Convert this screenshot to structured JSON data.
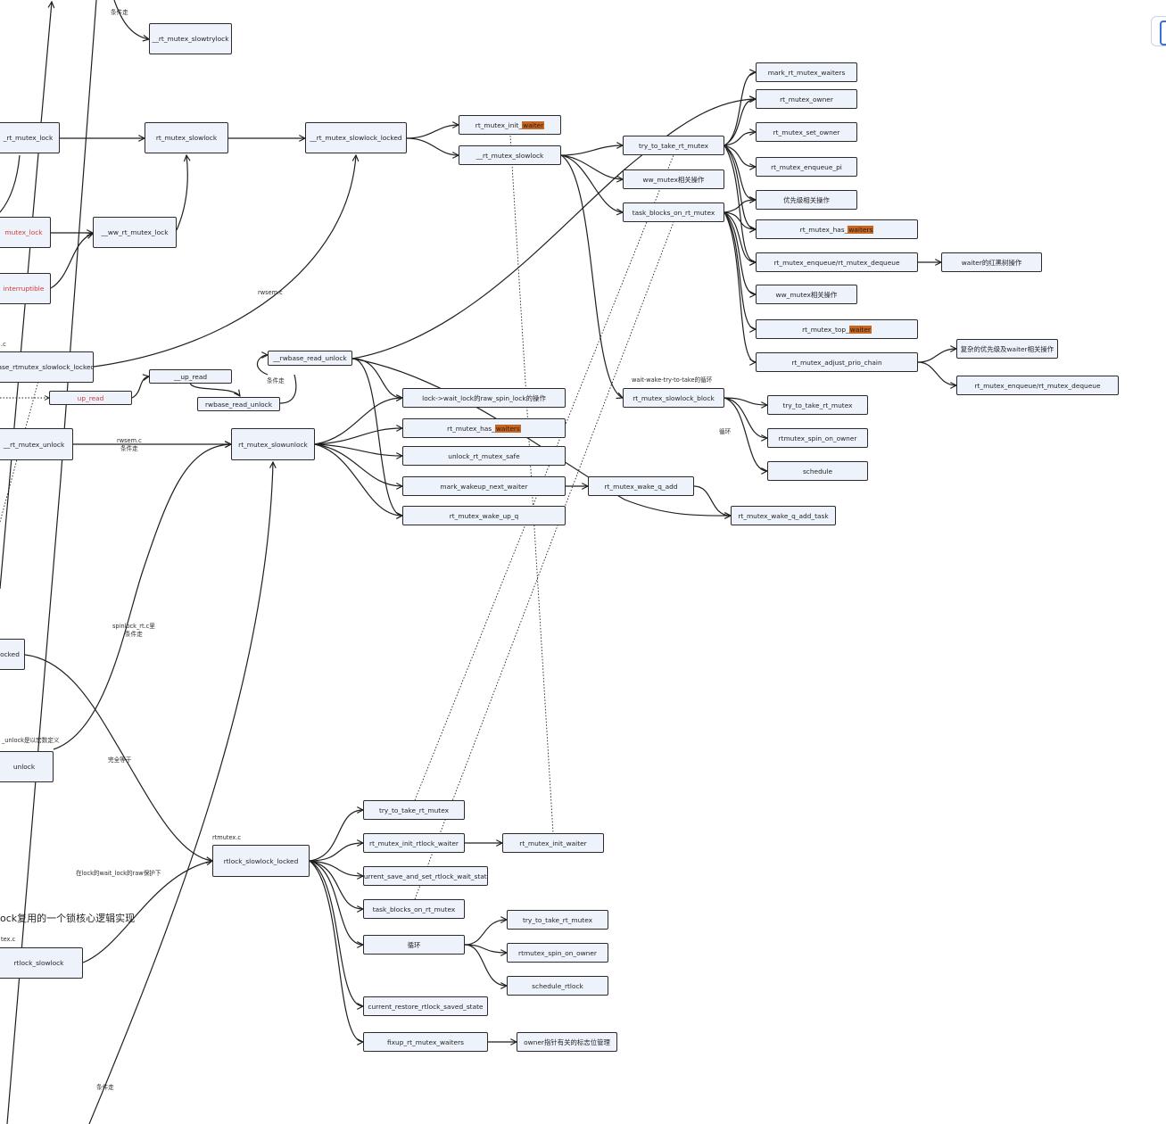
{
  "diagram": {
    "nodes": {
      "n_slowtrylock": {
        "text": "__rt_mutex_slowtrylock"
      },
      "n_rt_mutex_lock": {
        "text": "_rt_mutex_lock"
      },
      "n_slowlock1": {
        "text": "rt_mutex_slowlock"
      },
      "n_slowlock_locked": {
        "text": "__rt_mutex_slowlock_locked"
      },
      "n_init_waiter": {
        "text": "rt_mutex_init_",
        "hl": "waiter"
      },
      "n_slowlock2": {
        "text": "__rt_mutex_slowlock"
      },
      "n_mutex_lock": {
        "text": "mutex_lock"
      },
      "n_ww_lock": {
        "text": "__ww_rt_mutex_lock"
      },
      "n_interruptible": {
        "text": "interruptible"
      },
      "n_base_slowlock": {
        "text": "base_rtmutex_slowlock_locked"
      },
      "n_rwbase_read_unlock": {
        "text": "__rwbase_read_unlock"
      },
      "n_up_read_inner": {
        "text": "__up_read"
      },
      "n_up_read": {
        "text": "up_read"
      },
      "n_rwbase_read_unlock2": {
        "text": "rwbase_read_unlock"
      },
      "n_rt_mutex_unlock": {
        "text": "__rt_mutex_unlock"
      },
      "n_slowunlock": {
        "text": "rt_mutex_slowunlock"
      },
      "n_lock_wait_lock": {
        "text": "lock->wait_lock的raw_spin_lock的操作"
      },
      "n_has_waiters_mid": {
        "text": "rt_mutex_has_",
        "hl": "waiters"
      },
      "n_unlock_safe": {
        "text": "unlock_rt_mutex_safe"
      },
      "n_mark_wakeup": {
        "text": "mark_wakeup_next_waiter"
      },
      "n_wake_up_q": {
        "text": "rt_mutex_wake_up_q"
      },
      "n_wake_q_add": {
        "text": "rt_mutex_wake_q_add"
      },
      "n_wake_q_add_task": {
        "text": "rt_mutex_wake_q_add_task"
      },
      "n_try_take": {
        "text": "try_to_take_rt_mutex"
      },
      "n_ww_ops": {
        "text": "ww_mutex相关操作"
      },
      "n_task_blocks": {
        "text": "task_blocks_on_rt_mutex"
      },
      "n_slowlock_block": {
        "text": "rt_mutex_slowlock_block"
      },
      "n_mark_waiters": {
        "text": "mark_rt_mutex_waiters"
      },
      "n_owner": {
        "text": "rt_mutex_owner"
      },
      "n_set_owner": {
        "text": "rt_mutex_set_owner"
      },
      "n_enqueue_pi": {
        "text": "rt_mutex_enqueue_pi"
      },
      "n_prio_ops": {
        "text": "优先级相关操作"
      },
      "n_has_waiters_r": {
        "text": "rt_mutex_has_",
        "hl": "waiters"
      },
      "n_enqueue_dequeue": {
        "text": "rt_mutex_enqueue/rt_mutex_dequeue"
      },
      "n_waiter_rb": {
        "text": "waiter的红黑树操作"
      },
      "n_ww_ops2": {
        "text": "ww_mutex相关操作"
      },
      "n_top_waiter": {
        "text": "rt_mutex_top_",
        "hl": "waiter"
      },
      "n_adjust_prio": {
        "text": "rt_mutex_adjust_prio_chain"
      },
      "n_complex_prio": {
        "text": "复杂的优先级及waiter相关操作"
      },
      "n_enq_deq2": {
        "text": "rt_mutex_enqueue/rt_mutex_dequeue"
      },
      "n_try_take2": {
        "text": "try_to_take_rt_mutex"
      },
      "n_spin_on_owner": {
        "text": "rtmutex_spin_on_owner"
      },
      "n_schedule": {
        "text": "schedule"
      },
      "n_ocked": {
        "text": "ocked"
      },
      "n_unlock_left": {
        "text": "unlock"
      },
      "n_rtlock_slowlock_locked": {
        "text": "rtlock_slowlock_locked"
      },
      "n_rtlock_slowlock": {
        "text": "rtlock_slowlock"
      },
      "n_b_try_take": {
        "text": "try_to_take_rt_mutex"
      },
      "n_b_init_rtlock": {
        "text": "rt_mutex_init_rtlock_waiter"
      },
      "n_b_init_waiter": {
        "text": "rt_mutex_init_waiter"
      },
      "n_b_save_state": {
        "text": "current_save_and_set_rtlock_wait_state"
      },
      "n_b_task_blocks": {
        "text": "task_blocks_on_rt_mutex"
      },
      "n_b_loop": {
        "text": "循环"
      },
      "n_b_try_take2": {
        "text": "try_to_take_rt_mutex"
      },
      "n_b_spin": {
        "text": "rtmutex_spin_on_owner"
      },
      "n_b_sched_rtlock": {
        "text": "schedule_rtlock"
      },
      "n_b_restore": {
        "text": "current_restore_rtlock_saved_state"
      },
      "n_b_fixup": {
        "text": "fixup_rt_mutex_waiters"
      },
      "n_b_owner_flag": {
        "text": "owner指针有关的标志位管理"
      }
    },
    "labels": {
      "l_cond_top": "条件走",
      "l_rwsem_c": "rwsem.c",
      "l_dot_c": ".c",
      "l_cond_mid": "条件走",
      "l_rwsem_cond": "rwsem.c\n条件走",
      "l_wait_wake": "wait-wake-try-to-take的循环",
      "l_loop": "循环",
      "l_spinlock_cond": "spinlock_rt.c里\n条件走",
      "l_unlock_macro": "_unlock是以宏数定义",
      "l_full_equal": "完全等于",
      "l_rtmutex_c": "rtmutex.c",
      "l_under_raw": "在lock的wait_lock的raw保护下",
      "l_tex_c": "tex.c",
      "l_cond_bottom": "条件走"
    },
    "headline": "ock复用的一个锁核心逻辑实现"
  }
}
